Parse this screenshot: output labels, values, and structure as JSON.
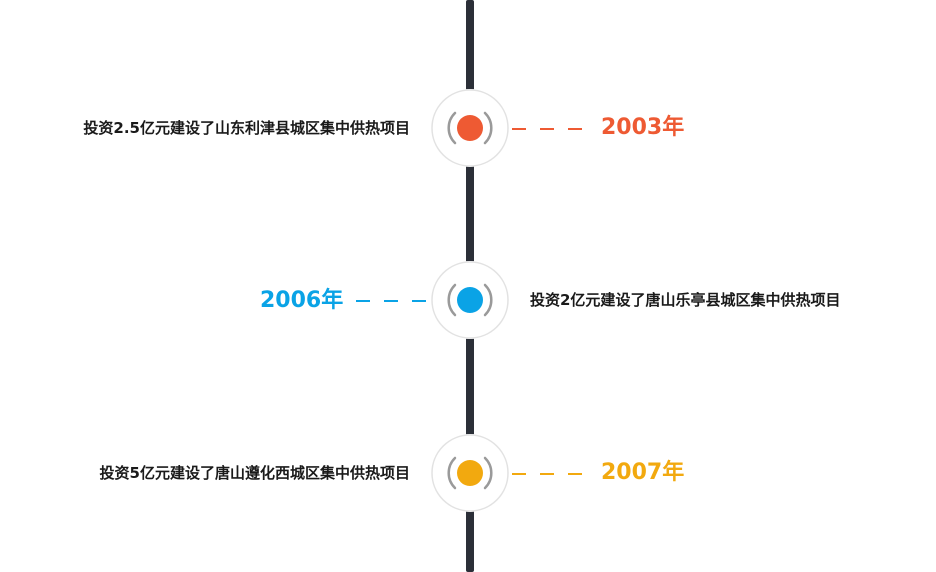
{
  "colors": {
    "axis": "#2b2f38",
    "ring": "#9a9a9a",
    "orange": "#ee5a33",
    "blue": "#0aa3e6",
    "gold": "#f2a90f"
  },
  "events": [
    {
      "year": "2003年",
      "description": "投资2.5亿元建设了山东利津县城区集中供热项目",
      "color": "#ee5a33"
    },
    {
      "year": "2006年",
      "description": "投资2亿元建设了唐山乐亭县城区集中供热项目",
      "color": "#0aa3e6"
    },
    {
      "year": "2007年",
      "description": "投资5亿元建设了唐山遵化西城区集中供热项目",
      "color": "#f2a90f"
    }
  ]
}
